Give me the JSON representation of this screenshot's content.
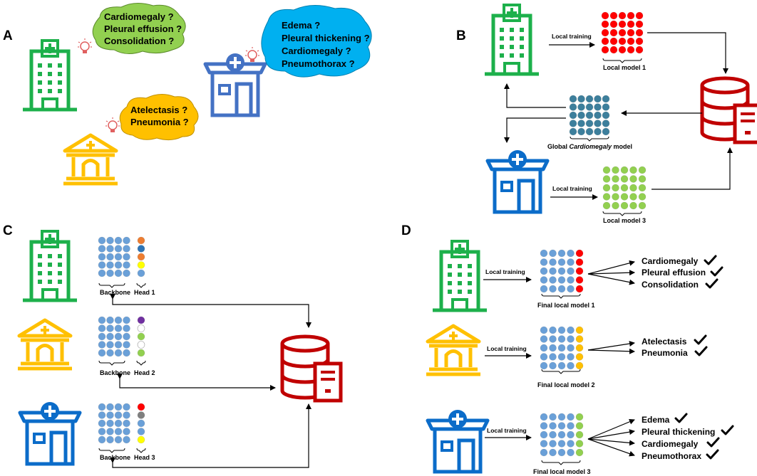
{
  "panels": {
    "a": "A",
    "b": "B",
    "c": "C",
    "d": "D"
  },
  "colors": {
    "green": "#1db04b",
    "yellow": "#ffc000",
    "blue": "#0b6cc9",
    "server_red": "#c00000",
    "node_blue": "#6aa0d8",
    "node_teal": "#3d7f9c",
    "node_red": "#ff0000",
    "node_green": "#92d050",
    "node_orange": "#ffc000"
  },
  "panel_a": {
    "cloud_green": [
      "Cardiomegaly ?",
      "Pleural effusion ?",
      "Consolidation ?"
    ],
    "cloud_blue": [
      "Edema ?",
      "Pleural thickening ?",
      "Cardiomegaly ?",
      "Pneumothorax ?"
    ],
    "cloud_orange": [
      "Atelectasis ?",
      "Pneumonia ?"
    ]
  },
  "panel_b": {
    "local_training_1": "Local training",
    "local_model_1": "Local model 1",
    "global_model_prefix": "Global ",
    "global_model_italic": "Cardiomegaly",
    "global_model_suffix": " model",
    "local_training_3": "Local training",
    "local_model_3": "Local model 3"
  },
  "panel_c": {
    "backbone_1": "Backbone",
    "head_1": "Head 1",
    "backbone_2": "Backbone",
    "head_2": "Head 2",
    "backbone_3": "Backbone",
    "head_3": "Head 3"
  },
  "panel_d": {
    "local_training_1": "Local training",
    "final_model_1": "Final local model 1",
    "tasks_1": [
      "Cardiomegaly",
      "Pleural effusion",
      "Consolidation"
    ],
    "local_training_2": "Local training",
    "final_model_2": "Final local model 2",
    "tasks_2": [
      "Atelectasis",
      "Pneumonia"
    ],
    "local_training_3": "Local training",
    "final_model_3": "Final local model 3",
    "tasks_3": [
      "Edema",
      "Pleural thickening",
      "Cardiomegaly",
      "Pneumothorax"
    ]
  }
}
